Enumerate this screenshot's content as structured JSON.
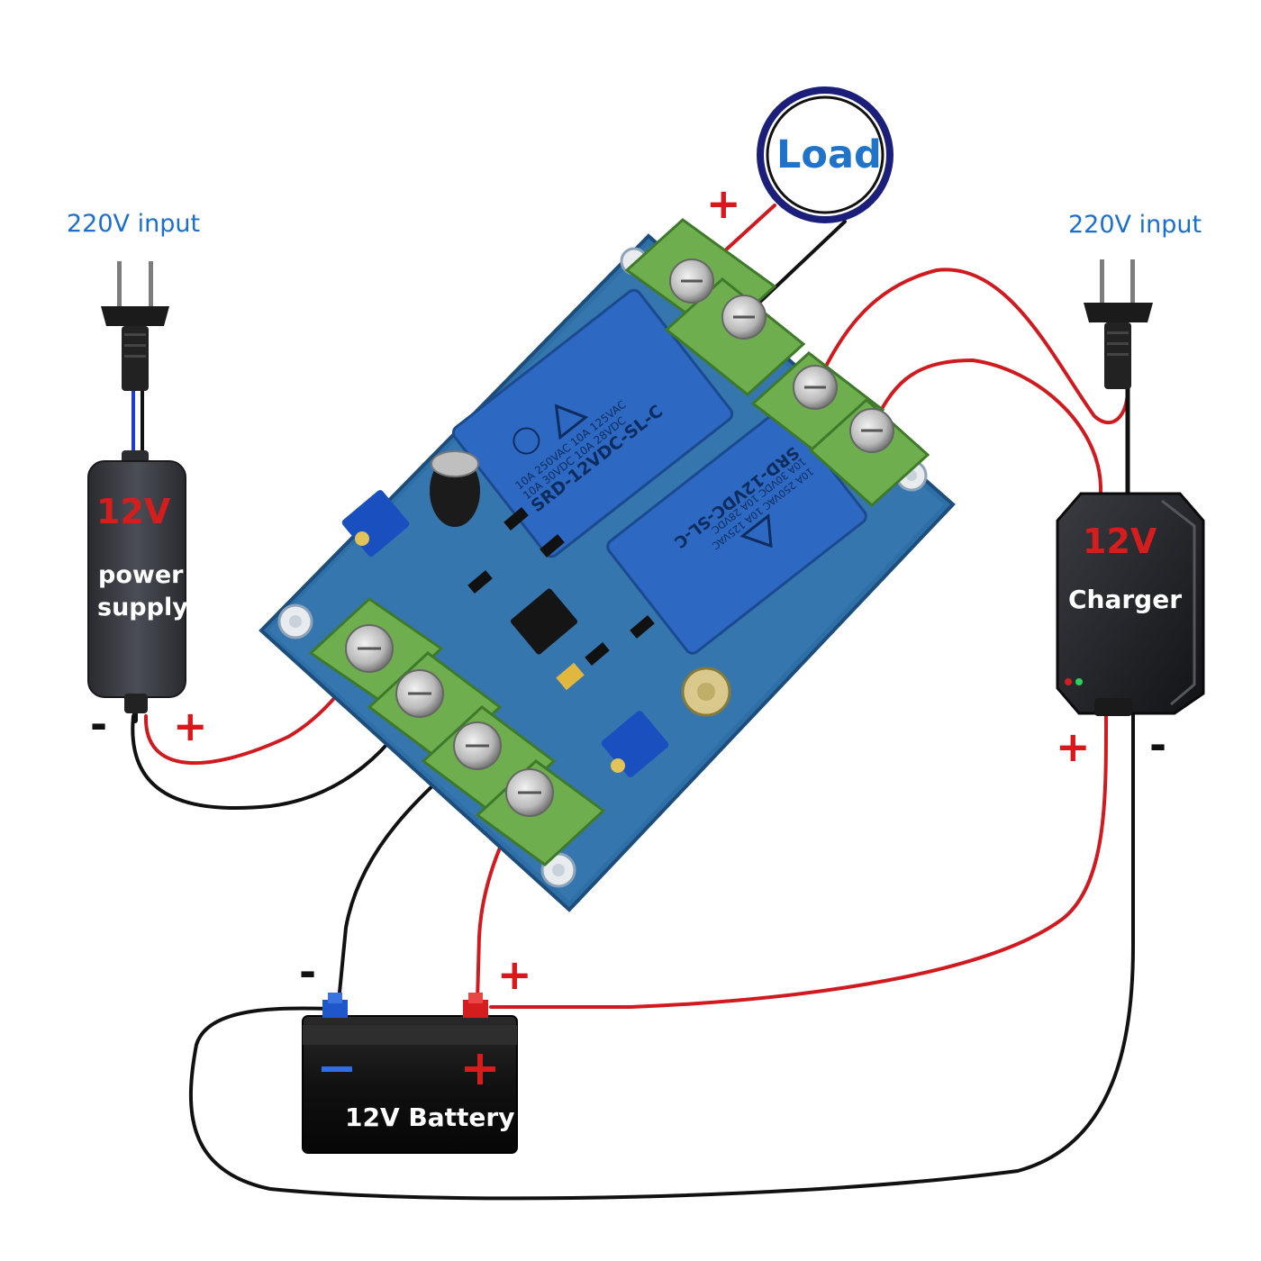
{
  "labels": {
    "left_input": "220V input",
    "right_input": "220V input",
    "load": "Load",
    "psu_voltage": "12V",
    "psu_line1": "power",
    "psu_line2": "supply",
    "charger_voltage": "12V",
    "charger_name": "Charger",
    "battery_name": "12V Battery",
    "plus": "+",
    "minus": "-"
  },
  "relays": {
    "model": "SRD-12VDC-SL-C",
    "rating1": "10A 250VAC 10A 125VAC",
    "rating2": "10A 30VDC 10A 28VDC"
  },
  "colors": {
    "positive_wire": "#d01a1f",
    "negative_wire": "#111111",
    "board": "#2f6fa8",
    "terminal": "#6fae4f",
    "relay": "#2d68c2",
    "load_ring": "#1c1f7a"
  }
}
